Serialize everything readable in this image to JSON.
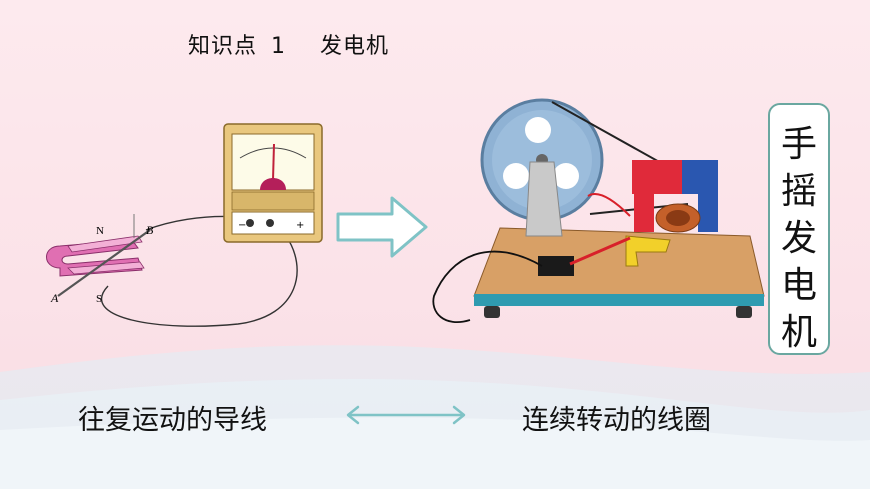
{
  "heading": {
    "prefix": "知识点",
    "number": "1",
    "topic": "发电机"
  },
  "left_diagram": {
    "label_N": "N",
    "label_S": "S",
    "label_A": "A",
    "label_B": "B",
    "meter_minus": "−",
    "meter_plus": "+"
  },
  "side_title": [
    "手",
    "摇",
    "发",
    "电",
    "机"
  ],
  "captions": {
    "left": "往复运动的导线",
    "right": "连续转动的线圈"
  },
  "colors": {
    "background": "#fbe4ea",
    "accent": "#6aa7a0",
    "arrow": "#7fc3c6"
  }
}
